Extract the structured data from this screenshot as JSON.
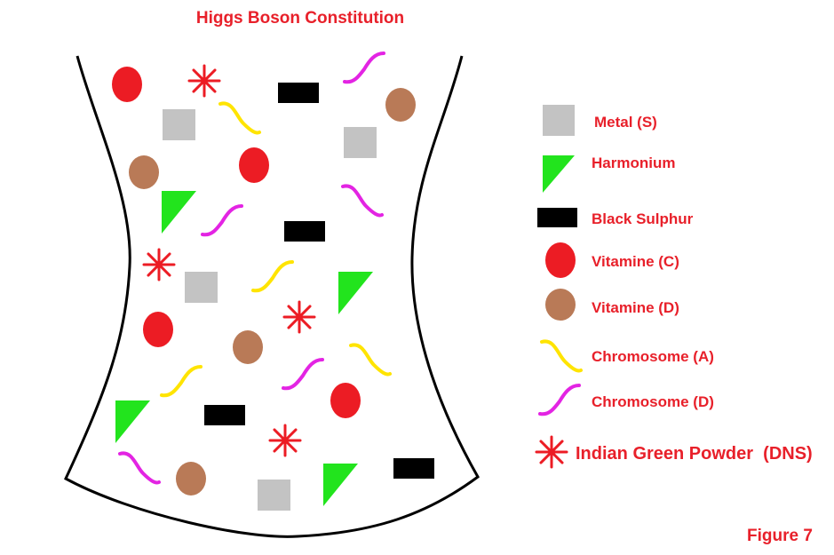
{
  "title": "Higgs Boson  Constitution",
  "figure_label": "Figure 7",
  "colors": {
    "text": "#e8202a",
    "metal": "#c3c3c3",
    "harmonium": "#22e41d",
    "black_sulphur": "#000000",
    "vitamine_c": "#ec1c24",
    "vitamine_d": "#b97a57",
    "chromosome_a": "#ffe400",
    "chromosome_d": "#e324e3",
    "indian_green_powder": "#ec1c24",
    "container_outline": "#000000"
  },
  "legend": [
    {
      "key": "metal",
      "label": "Metal (S)",
      "icon": "gray-square-icon"
    },
    {
      "key": "harmonium",
      "label": "Harmonium",
      "icon": "green-triangle-icon"
    },
    {
      "key": "black_sulphur",
      "label": "Black Sulphur",
      "icon": "black-rectangle-icon"
    },
    {
      "key": "vitamine_c",
      "label": "Vitamine (C)",
      "icon": "red-oval-icon"
    },
    {
      "key": "vitamine_d",
      "label": "Vitamine (D)",
      "icon": "brown-oval-icon"
    },
    {
      "key": "chromosome_a",
      "label": "Chromosome (A)",
      "icon": "yellow-squiggle-icon"
    },
    {
      "key": "chromosome_d",
      "label": "Chromosome (D)",
      "icon": "magenta-squiggle-icon"
    },
    {
      "key": "indian_green_powder",
      "label": "Indian Green Powder  (DNS)",
      "icon": "red-asterisk-icon"
    }
  ]
}
